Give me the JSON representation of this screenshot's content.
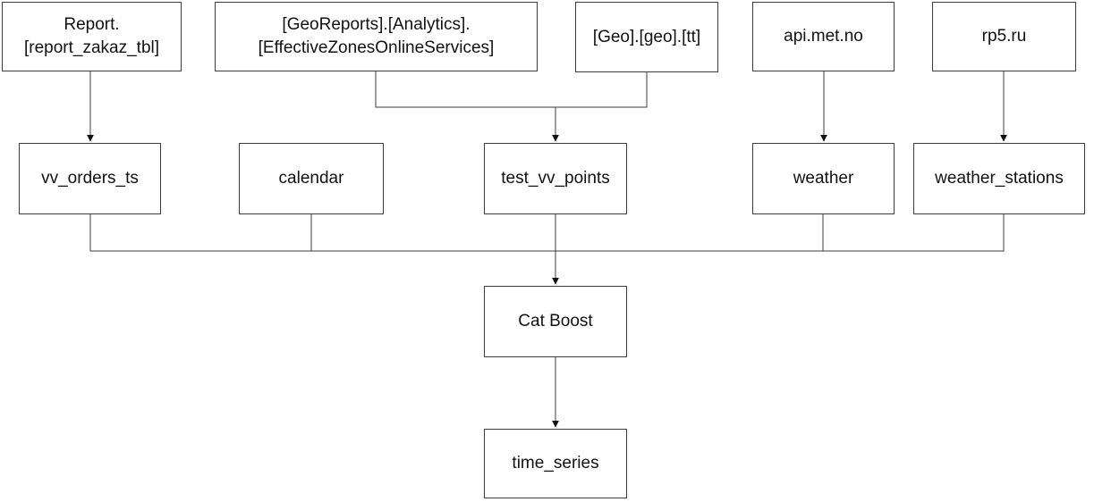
{
  "diagram": {
    "background_color": "#ffffff",
    "box_fill_color": "#ffffff",
    "box_border_color": "#3c3c3c",
    "line_color": "#3c3c3c",
    "arrowhead_color": "#111111",
    "text_color": "#111111",
    "nodes": {
      "report": {
        "line1": "Report.",
        "line2": "[report_zakaz_tbl]"
      },
      "geo_reports": {
        "line1": "[GeoReports].[Analytics].",
        "line2": "[EffectiveZonesOnlineServices]"
      },
      "geo_tt": {
        "label": "[Geo].[geo].[tt]"
      },
      "api_met_no": {
        "label": "api.met.no"
      },
      "rp5": {
        "label": "rp5.ru"
      },
      "vv_orders_ts": {
        "label": "vv_orders_ts"
      },
      "calendar": {
        "label": "calendar"
      },
      "test_vv_points": {
        "label": "test_vv_points"
      },
      "weather": {
        "label": "weather"
      },
      "weather_stations": {
        "label": "weather_stations"
      },
      "cat_boost": {
        "label": "Cat Boost"
      },
      "time_series": {
        "label": "time_series"
      }
    },
    "edges": [
      {
        "from": "Report.[report_zakaz_tbl]",
        "to": "vv_orders_ts",
        "arrow": true
      },
      {
        "from": "[GeoReports].[Analytics].[EffectiveZonesOnlineServices]",
        "to": "test_vv_points",
        "arrow": true
      },
      {
        "from": "[Geo].[geo].[tt]",
        "to": "test_vv_points",
        "arrow": true
      },
      {
        "from": "api.met.no",
        "to": "weather",
        "arrow": true
      },
      {
        "from": "rp5.ru",
        "to": "weather_stations",
        "arrow": true
      },
      {
        "from": "vv_orders_ts",
        "to": "Cat Boost",
        "arrow": true
      },
      {
        "from": "calendar",
        "to": "Cat Boost",
        "arrow": true
      },
      {
        "from": "test_vv_points",
        "to": "Cat Boost",
        "arrow": true
      },
      {
        "from": "weather",
        "to": "Cat Boost",
        "arrow": true
      },
      {
        "from": "weather_stations",
        "to": "Cat Boost",
        "arrow": true
      },
      {
        "from": "Cat Boost",
        "to": "time_series",
        "arrow": true
      }
    ]
  }
}
